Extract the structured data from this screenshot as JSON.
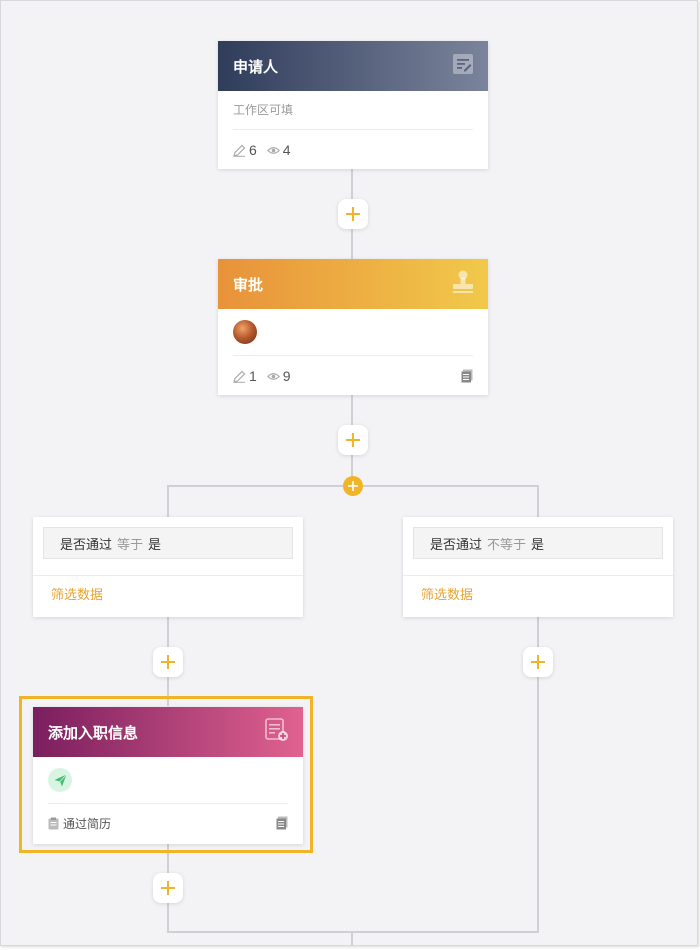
{
  "nodes": {
    "applicant": {
      "title": "申请人",
      "hint": "工作区可填",
      "edit_count": "6",
      "view_count": "4"
    },
    "approval": {
      "title": "审批",
      "edit_count": "1",
      "view_count": "9"
    },
    "add_info": {
      "title": "添加入职信息",
      "footer_label": "通过简历"
    }
  },
  "conditions": [
    {
      "field": "是否通过",
      "operator": "等于",
      "value": "是",
      "filter_label": "筛选数据"
    },
    {
      "field": "是否通过",
      "operator": "不等于",
      "value": "是",
      "filter_label": "筛选数据"
    }
  ],
  "colors": {
    "accent": "#f0b429",
    "filter_link": "#e9a431",
    "applicant_header": [
      "#2f3c5a",
      "#7b849c"
    ],
    "approval_header": [
      "#e8923a",
      "#f1c94a"
    ],
    "add_info_header": [
      "#7a1e5e",
      "#e0628f"
    ],
    "send_icon": "#3fbf6f"
  },
  "icons": {
    "applicant": "form-edit-icon",
    "approval": "stamp-icon",
    "add_info": "form-add-icon",
    "edit": "pencil-icon",
    "view": "eye-icon",
    "doc": "document-icon",
    "send": "paper-plane-icon",
    "clipboard": "clipboard-icon",
    "add": "plus-icon"
  }
}
